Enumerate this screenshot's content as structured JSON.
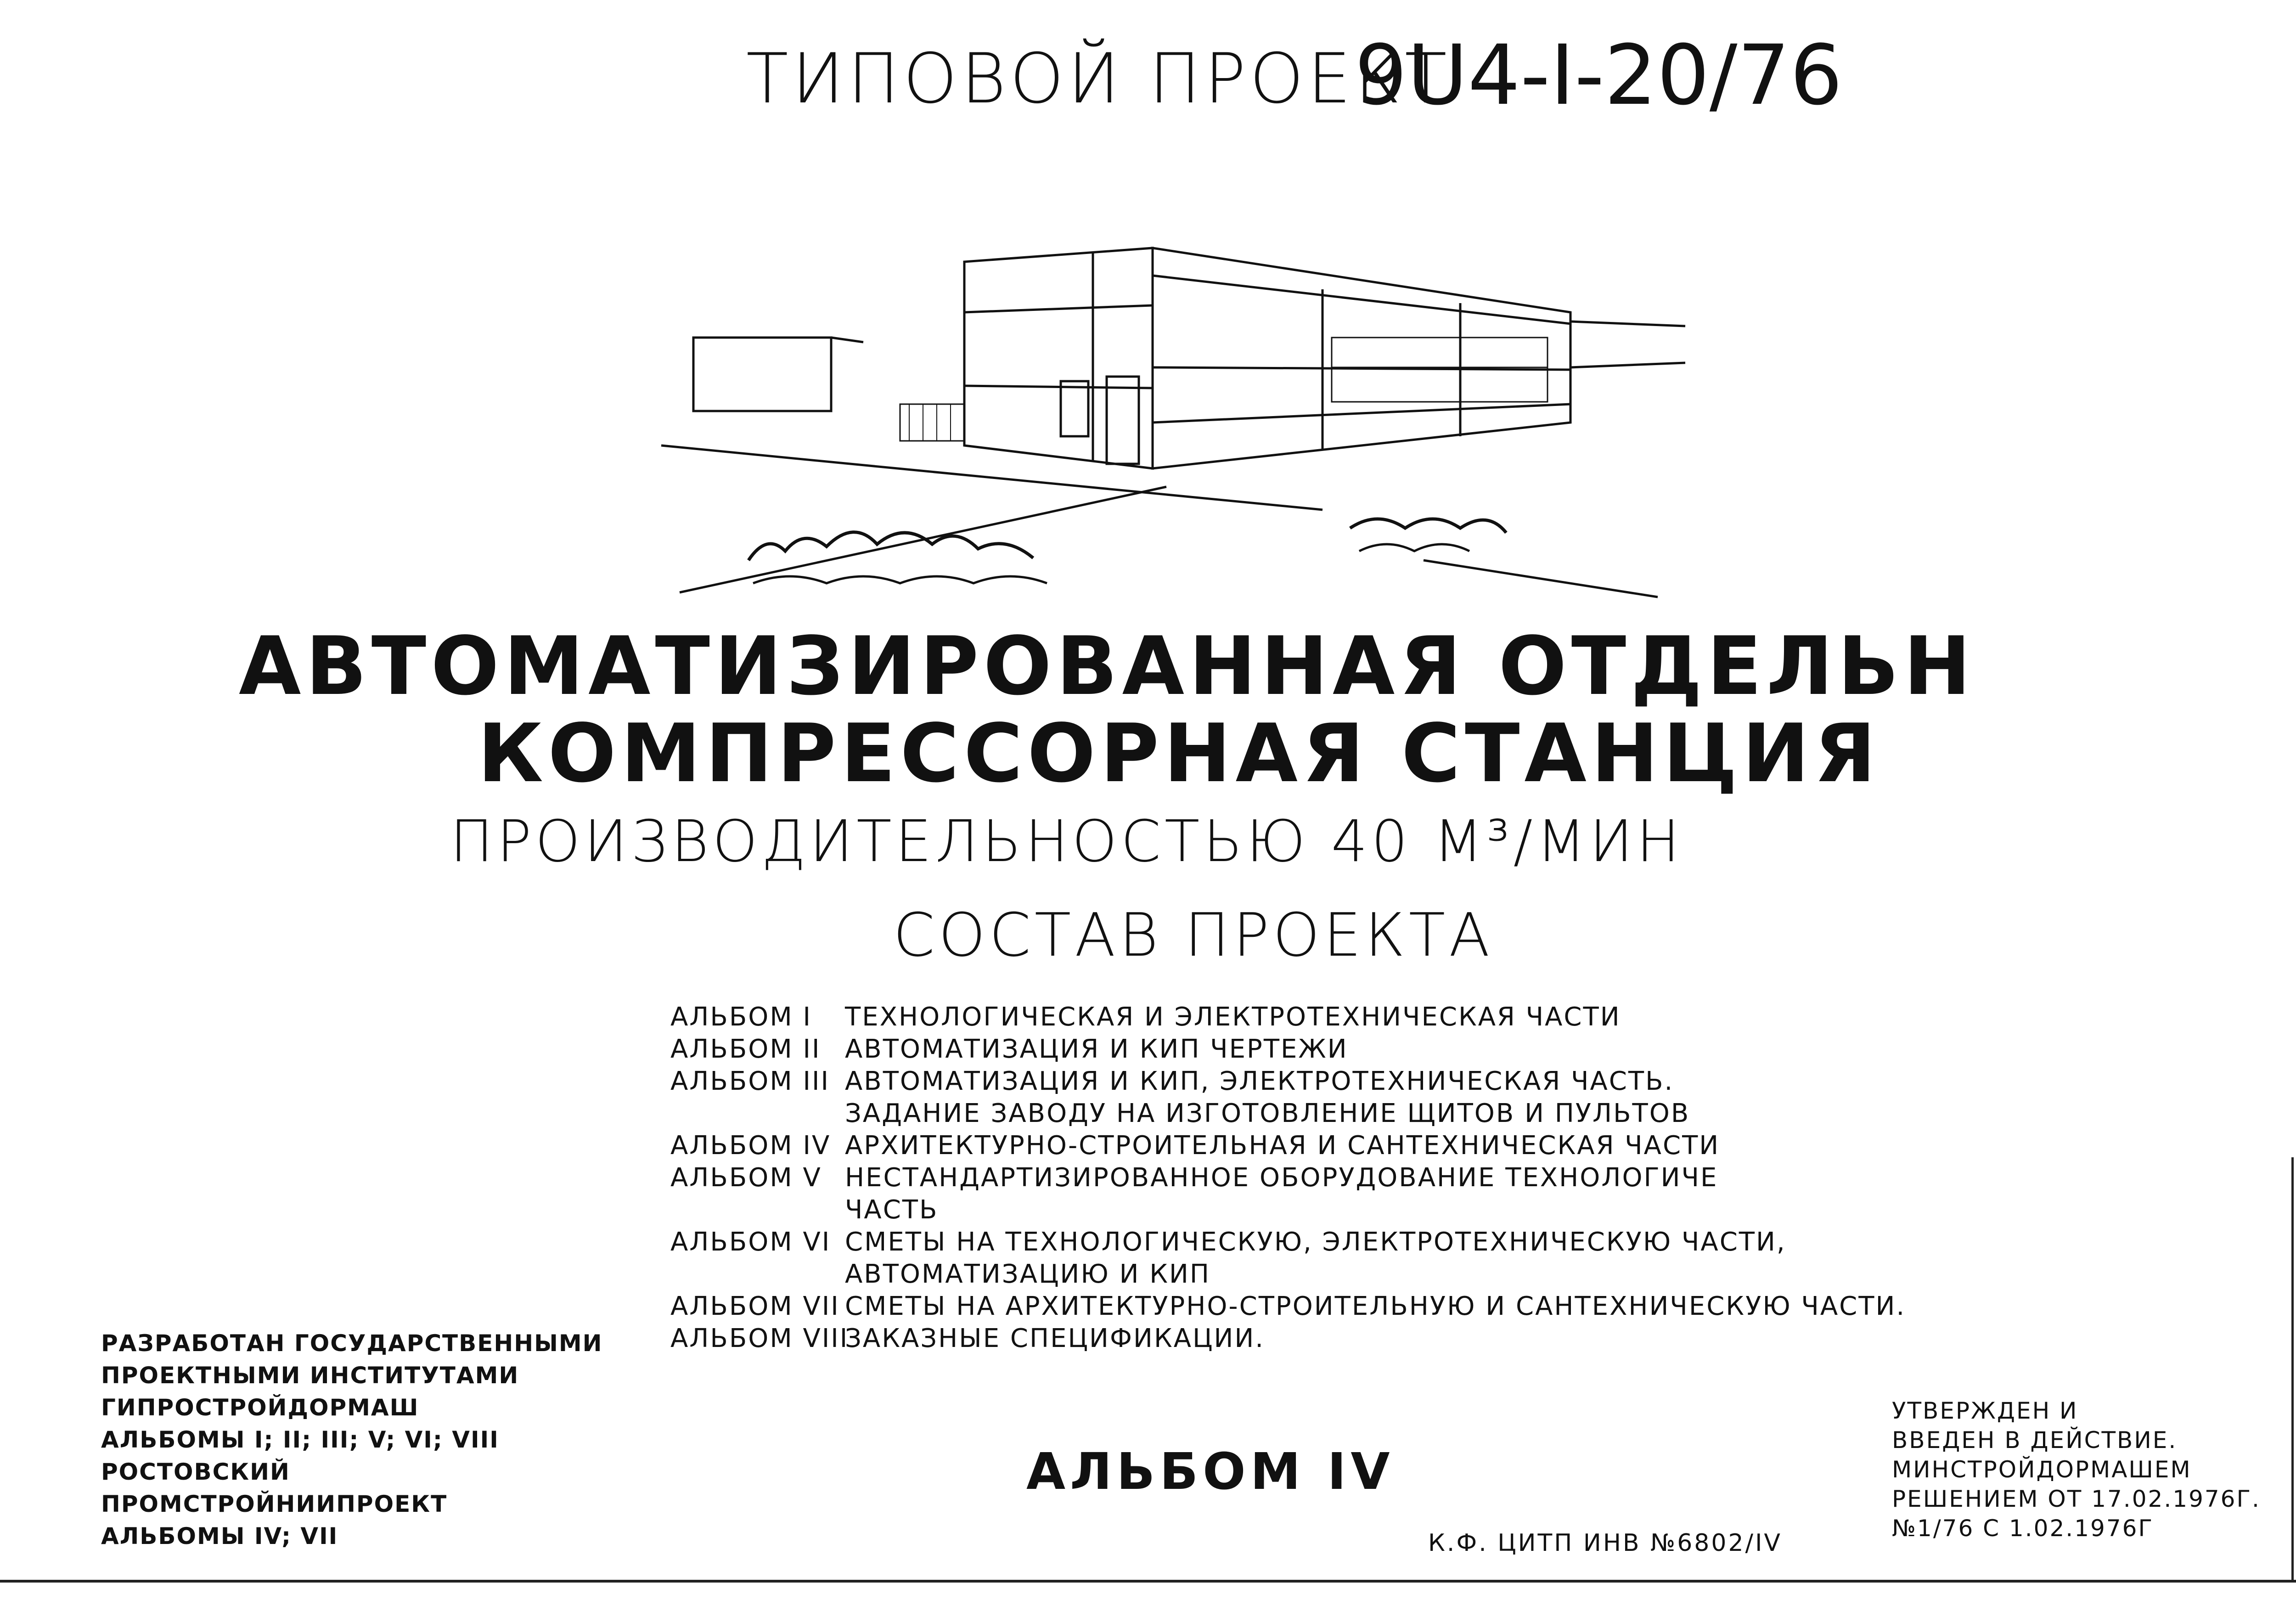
{
  "header": {
    "label": "ТИПОВОЙ ПРОЕКТ",
    "code": "9U4-I-20/76"
  },
  "title": {
    "line1": "АВТОМАТИЗИРОВАННАЯ ОТДЕЛЬН",
    "line2": "КОМПРЕССОРНАЯ СТАНЦИЯ",
    "capacity": "ПРОИЗВОДИТЕЛЬНОСТЬЮ 40 М³/МИН"
  },
  "composition_title": "СОСТАВ ПРОЕКТА",
  "albums": [
    {
      "key": "АЛЬБОМ I",
      "text": "ТЕХНОЛОГИЧЕСКАЯ И ЭЛЕКТРОТЕХНИЧЕСКАЯ ЧАСТИ"
    },
    {
      "key": "АЛЬБОМ II",
      "text": "АВТОМАТИЗАЦИЯ И КИП ЧЕРТЕЖИ"
    },
    {
      "key": "АЛЬБОМ III",
      "text": "АВТОМАТИЗАЦИЯ И КИП, ЭЛЕКТРОТЕХНИЧЕСКАЯ ЧАСТЬ."
    },
    {
      "key": "",
      "text": "ЗАДАНИЕ ЗАВОДУ НА ИЗГОТОВЛЕНИЕ ЩИТОВ И ПУЛЬТОВ"
    },
    {
      "key": "АЛЬБОМ IV",
      "text": "АРХИТЕКТУРНО-СТРОИТЕЛЬНАЯ И САНТЕХНИЧЕСКАЯ ЧАСТИ"
    },
    {
      "key": "АЛЬБОМ V",
      "text": "НЕСТАНДАРТИЗИРОВАННОЕ ОБОРУДОВАНИЕ ТЕХНОЛОГИЧЕ"
    },
    {
      "key": "",
      "text": "ЧАСТЬ"
    },
    {
      "key": "АЛЬБОМ VI",
      "text": "СМЕТЫ НА ТЕХНОЛОГИЧЕСКУЮ, ЭЛЕКТРОТЕХНИЧЕСКУЮ ЧАСТИ,"
    },
    {
      "key": "",
      "text": "АВТОМАТИЗАЦИЮ И КИП"
    },
    {
      "key": "АЛЬБОМ VII",
      "text": "СМЕТЫ НА АРХИТЕКТУРНО-СТРОИТЕЛЬНУЮ И САНТЕХНИЧЕСКУЮ ЧАСТИ."
    },
    {
      "key": "АЛЬБОМ VIII",
      "text": "ЗАКАЗНЫЕ СПЕЦИФИКАЦИИ."
    }
  ],
  "developer": {
    "line1": "РАЗРАБОТАН ГОСУДАРСТВЕННЫМИ",
    "line2": "ПРОЕКТНЫМИ ИНСТИТУТАМИ",
    "line3": "ГИПРОСТРОЙДОРМАШ",
    "line4": "АЛЬБОМЫ I; II; III; V; VI; VIII",
    "line5": "РОСТОВСКИЙ",
    "line6": "ПРОМСТРОЙНИИПРОЕКТ",
    "line7": "АЛЬБОМЫ IV; VII"
  },
  "album_current": "АЛЬБОМ IV",
  "inventory": "К.Ф. ЦИТП ИНВ №6802/IV",
  "approval": {
    "line1": "УТВЕРЖДЕН И",
    "line2": "ВВЕДЕН В ДЕЙСТВИЕ.",
    "line3": "МИНСТРОЙДОРМАШЕМ",
    "line4": "РЕШЕНИЕМ ОТ 17.02.1976Г.",
    "line5": "№1/76 С 1.02.1976Г"
  }
}
